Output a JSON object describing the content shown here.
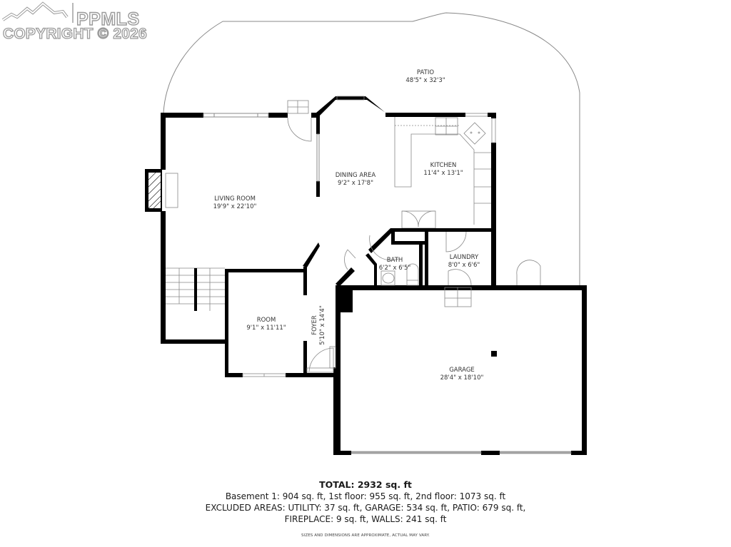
{
  "logo": {
    "brand": "PPMLS",
    "copyright": "COPYRIGHT © 2026",
    "icon": "mountain-logo-icon"
  },
  "rooms": {
    "patio": {
      "name": "PATIO",
      "dimensions": "48'5\" x 32'3\""
    },
    "living_room": {
      "name": "LIVING ROOM",
      "dimensions": "19'9\" x 22'10\""
    },
    "dining_area": {
      "name": "DINING AREA",
      "dimensions": "9'2\" x 17'8\""
    },
    "kitchen": {
      "name": "KITCHEN",
      "dimensions": "11'4\" x 13'1\""
    },
    "bath": {
      "name": "BATH",
      "dimensions": "6'2\" x 6'5\""
    },
    "laundry": {
      "name": "LAUNDRY",
      "dimensions": "8'0\" x 6'6\""
    },
    "room": {
      "name": "ROOM",
      "dimensions": "9'1\" x 11'11\""
    },
    "foyer": {
      "name": "FOYER",
      "dimensions": "5'10\" x 14'4\""
    },
    "garage": {
      "name": "GARAGE",
      "dimensions": "28'4\" x 18'10\""
    }
  },
  "summary": {
    "total": "TOTAL: 2932 sq. ft",
    "floors": "Basement 1: 904 sq. ft, 1st floor: 955 sq. ft, 2nd floor: 1073 sq. ft",
    "excluded_1": "EXCLUDED AREAS: UTILITY: 37 sq. ft, GARAGE: 534 sq. ft, PATIO: 679 sq. ft,",
    "excluded_2": "FIREPLACE: 9 sq. ft, WALLS: 241 sq. ft",
    "disclaimer": "SIZES AND DIMENSIONS ARE APPROXIMATE, ACTUAL MAY VARY."
  },
  "colors": {
    "wall": "#000000",
    "outline": "#888888",
    "logo_stroke": "#9a9a9a",
    "background": "#ffffff"
  }
}
